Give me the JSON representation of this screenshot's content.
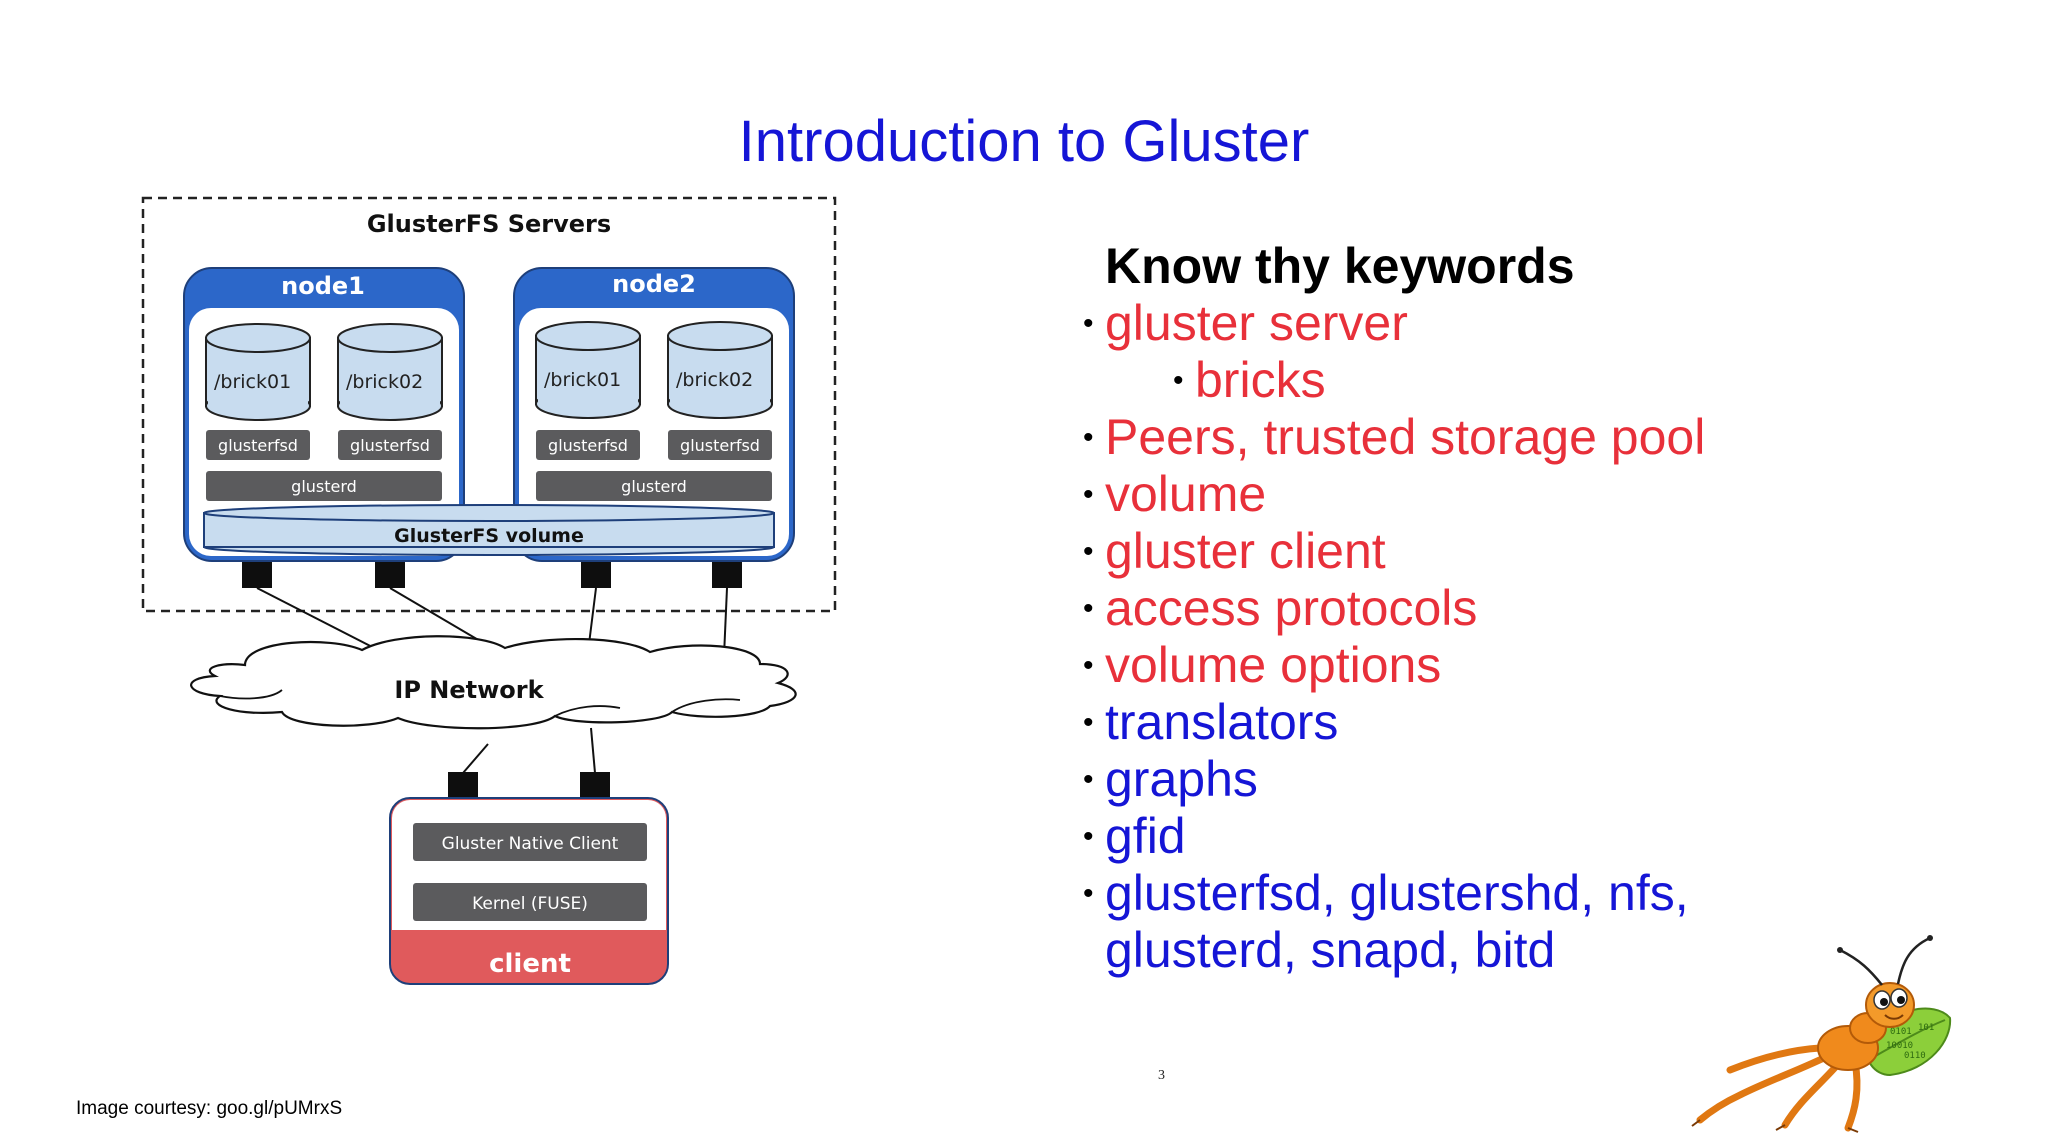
{
  "slide": {
    "title": "Introduction to Gluster",
    "page_number": "3",
    "courtesy": "Image courtesy: goo.gl/pUMrxS"
  },
  "diagram": {
    "servers_label": "GlusterFS Servers",
    "node1": {
      "label": "node1",
      "brick1": "/brick01",
      "brick2": "/brick02",
      "fsd1": "glusterfsd",
      "fsd2": "glusterfsd",
      "glusterd": "glusterd"
    },
    "node2": {
      "label": "node2",
      "brick1": "/brick01",
      "brick2": "/brick02",
      "fsd1": "glusterfsd",
      "fsd2": "glusterfsd",
      "glusterd": "glusterd"
    },
    "volume_label": "GlusterFS volume",
    "network_label": "IP Network",
    "client": {
      "native": "Gluster Native Client",
      "kernel": "Kernel (FUSE)",
      "label": "client"
    },
    "colors": {
      "node_blue": "#2c67c9",
      "brick_fill": "#c8dcef",
      "daemon_gray": "#5b5b5d",
      "client_red": "#e05a5c"
    }
  },
  "keywords": {
    "heading": "Know thy keywords",
    "items": [
      {
        "text": "gluster server",
        "color": "#e8303a"
      },
      {
        "text": "bricks",
        "color": "#e8303a",
        "sub": true
      },
      {
        "text": "Peers, trusted storage pool",
        "color": "#e8303a"
      },
      {
        "text": "volume",
        "color": "#e8303a"
      },
      {
        "text": "gluster client",
        "color": "#e8303a"
      },
      {
        "text": "access protocols",
        "color": "#e8303a"
      },
      {
        "text": "volume options",
        "color": "#e8303a"
      },
      {
        "text": "translators",
        "color": "#1515d6"
      },
      {
        "text": "graphs",
        "color": "#1515d6"
      },
      {
        "text": "gfid",
        "color": "#1515d6"
      },
      {
        "text": "glusterfsd, glustershd, nfs,",
        "color": "#1515d6"
      },
      {
        "text": "glusterd, snapd, bitd",
        "color": "#1515d6",
        "continuation": true
      }
    ]
  },
  "mascot": {
    "icon": "gluster-ant-icon",
    "colors": {
      "body": "#f08a1c",
      "leaf": "#8ccf3a"
    }
  }
}
